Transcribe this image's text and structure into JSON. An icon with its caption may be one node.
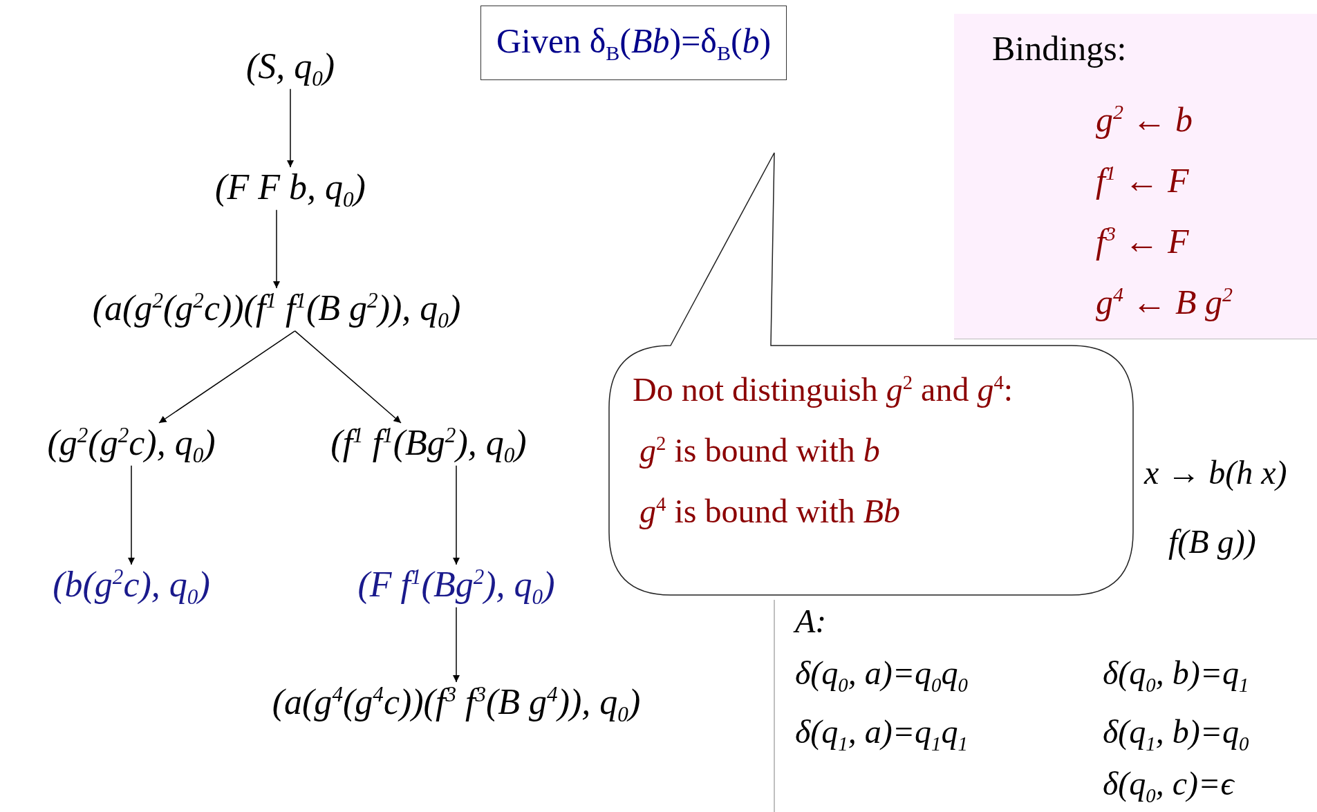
{
  "diagram": {
    "nodes": [
      {
        "text": [
          "(S, q$_{0}$)"
        ]
      },
      {
        "text": [
          "(F F b, q$_{0}$)"
        ]
      },
      {
        "text": [
          "(a(g$^{2}$(g$^{2}$c))(f$^{1}$ f$^{1}$(B g$^{2}$)), q$_{0}$)"
        ]
      },
      {
        "text": [
          "(g$^{2}$(g$^{2}$c), q$_{0}$)"
        ]
      },
      {
        "text": [
          "(f$^{1}$ f$^{1}$(Bg$^{2}$), q$_{0}$)"
        ]
      },
      {
        "text": [
          "(b(g$^{2}$c), q$_{0}$)"
        ]
      },
      {
        "text": [
          "(F f$^{1}$(Bg$^{2}$), q$_{0}$)"
        ]
      },
      {
        "text": [
          "(a(g$^{4}$(g$^{4}$c))(f$^{3}$ f$^{3}$(B g$^{4}$)), q$_{0}$)"
        ]
      },
      {
        "text": [
          "Given δ$_{B}$(*Bb*)=δ$_{B}$(*b*)"
        ]
      },
      {
        "text": [
          "Bindings:",
          "g$^{2}$ ← b",
          "f$^{1}$ ← F",
          "f$^{3}$ ← F",
          "g$^{4}$ ← B g$^{2}$"
        ]
      },
      {
        "text": [
          "Do not distinguish *g*$^{2}$ and *g*$^{4}$:",
          "*g*$^{2}$ is bound with *b*",
          "*g*$^{4}$ is bound with *Bb*"
        ]
      }
    ],
    "edges": [
      {
        "from": 0,
        "to": 1,
        "arrow": "to"
      },
      {
        "from": 1,
        "to": 2,
        "arrow": "to"
      },
      {
        "from": 2,
        "to": 3,
        "arrow": "to"
      },
      {
        "from": 2,
        "to": 4,
        "arrow": "to"
      },
      {
        "from": 3,
        "to": 5,
        "arrow": "to"
      },
      {
        "from": 4,
        "to": 6,
        "arrow": "to"
      },
      {
        "from": 6,
        "to": 7,
        "arrow": "to"
      }
    ],
    "labels": [
      "x → b(h x)",
      "f(B g))",
      "A:",
      "δ(q$_{0}$, a)=q$_{0}$q$_{0}$",
      "δ(q$_{0}$, b)=q$_{1}$",
      "δ(q$_{1}$, a)=q$_{1}$q$_{1}$",
      "δ(q$_{1}$, b)=q$_{0}$",
      "δ(q$_{0}$, c)=ϵ"
    ]
  }
}
